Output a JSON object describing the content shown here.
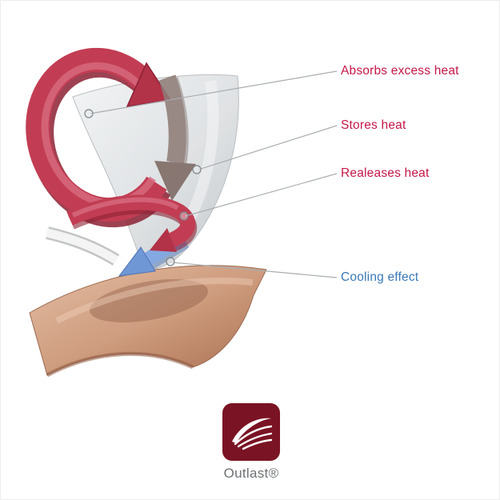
{
  "diagram": {
    "labels": [
      {
        "id": "absorbs",
        "text": "Absorbs excess heat",
        "color": "#c41747"
      },
      {
        "id": "stores",
        "text": "Stores heat",
        "color": "#c41747"
      },
      {
        "id": "releases",
        "text": "Realeases heat",
        "color": "#c41747"
      },
      {
        "id": "cooling",
        "text": "Cooling effect",
        "color": "#3a78b5"
      }
    ],
    "illustration_parts": [
      "fabric-sheet",
      "heat-cycle-ring-arrow",
      "store-heat-down-arrow",
      "release-heat-arrow",
      "white-tube",
      "cooling-blue-arrow",
      "skin-sheet"
    ]
  },
  "logo": {
    "wordmark": "Outlast®",
    "icon": "outlast-swoosh-icon",
    "background_color": "#7a1323"
  },
  "colors": {
    "heat_label": "#c41747",
    "cooling_label": "#3a78b5",
    "ring_red": "#c23d53",
    "ring_red_dark": "#8c2134",
    "store_arrow_gray": "#8f7d78",
    "cooling_blue": "#84a9e2",
    "fabric_gray_light": "#eef0f2",
    "fabric_gray_dark": "#c6cacd",
    "skin_light": "#e0b89e",
    "skin_dark": "#a96f52",
    "leader_line": "#a8adb1"
  }
}
